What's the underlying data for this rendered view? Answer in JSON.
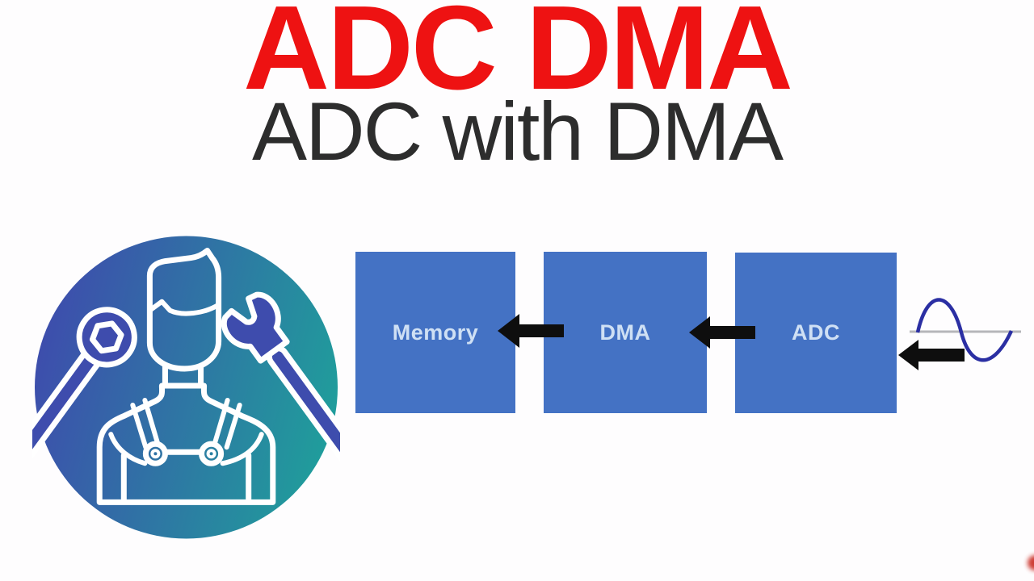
{
  "title": {
    "main": "ADC DMA",
    "subtitle": "ADC with DMA"
  },
  "diagram": {
    "blocks": [
      {
        "label": "Memory"
      },
      {
        "label": "DMA"
      },
      {
        "label": "ADC"
      }
    ],
    "arrows": [
      {
        "name": "dma-to-memory-arrow",
        "direction": "left"
      },
      {
        "name": "adc-to-dma-arrow",
        "direction": "left"
      },
      {
        "name": "signal-to-adc-arrow",
        "direction": "left"
      }
    ],
    "signal": {
      "name": "analog-sine-wave",
      "cycles": 1
    }
  },
  "icon": {
    "name": "mechanic-avatar",
    "description": "circular gradient badge with outlined repairman holding crossed wrench and spanner"
  },
  "colors": {
    "title_red": "#ee1212",
    "subtitle_dark": "#2d2d2d",
    "block_blue": "#4472c4",
    "block_label": "#cfe0f4",
    "arrow_black": "#0e0e0e",
    "wave_blue": "#2b2fa3",
    "axis_gray": "#b6b6ba",
    "icon_grad_start": "#3e4cad",
    "icon_grad_end": "#1f9f9b",
    "icon_line": "#ffffff",
    "dot_red": "#c92a21"
  }
}
